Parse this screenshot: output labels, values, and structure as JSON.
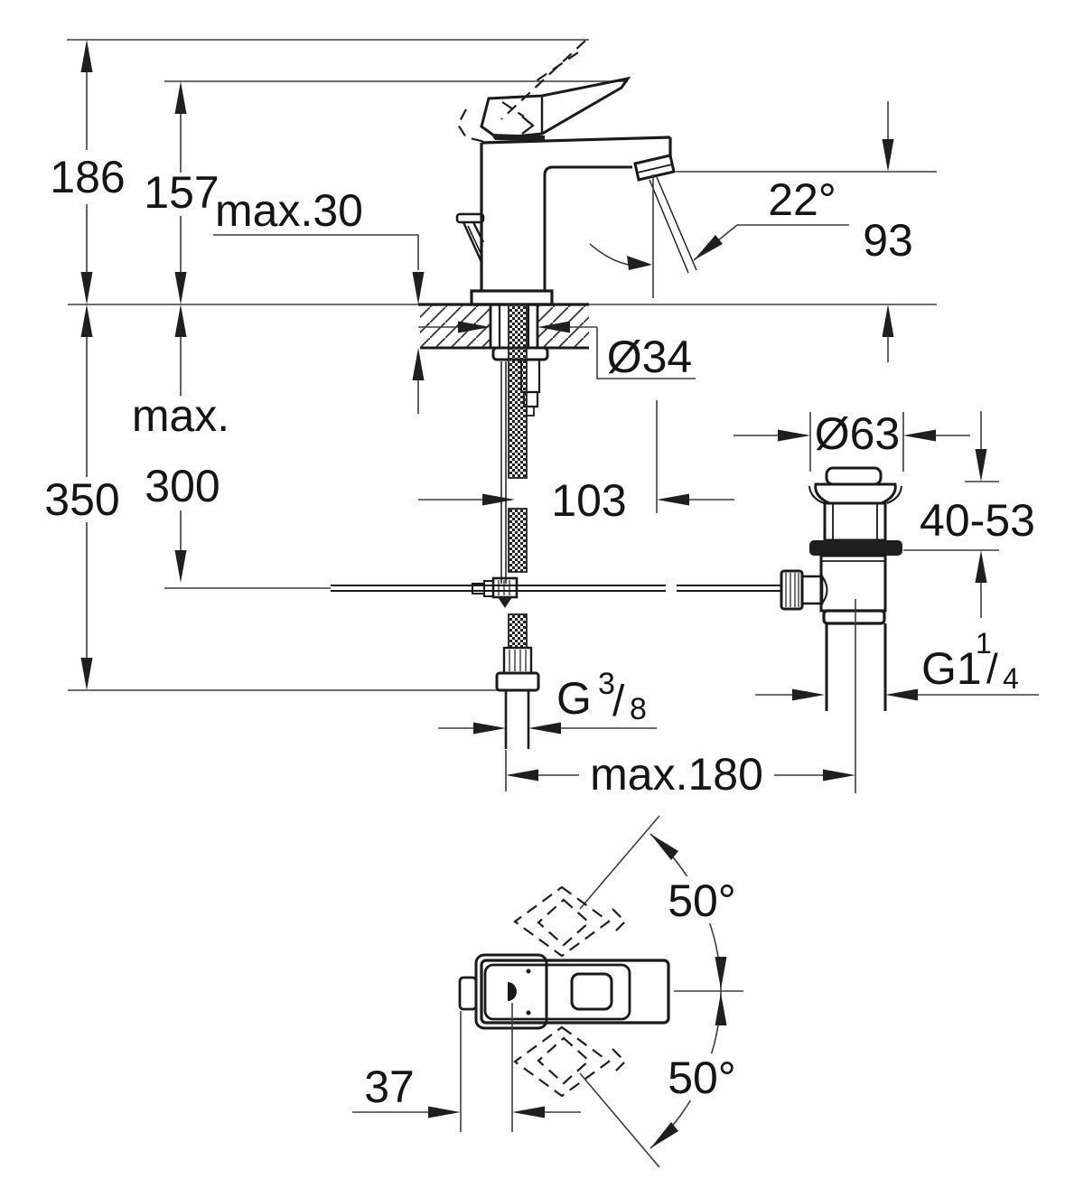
{
  "drawing": {
    "front": {
      "overall_height": "186",
      "spout_height_ref": "157",
      "deck_thickness": "max.30",
      "stream_angle": "22°",
      "outlet_height": "93",
      "hole_diameter": "Ø34",
      "hose_max_word": "max.",
      "hose_max_value": "300",
      "hose_length": "350",
      "spout_reach": "103",
      "supply_thread_g": "G",
      "supply_thread_num": "3",
      "supply_thread_slash": "/",
      "supply_thread_den": "8",
      "max_reach": "max.180"
    },
    "waste": {
      "flange_diameter": "Ø63",
      "clamping_range": "40-53",
      "thread_g": "G1",
      "thread_num": "1",
      "thread_slash": "/",
      "thread_den": "4"
    },
    "plan": {
      "swivel_upper": "50°",
      "swivel_lower": "50°",
      "handle_offset": "37"
    }
  }
}
